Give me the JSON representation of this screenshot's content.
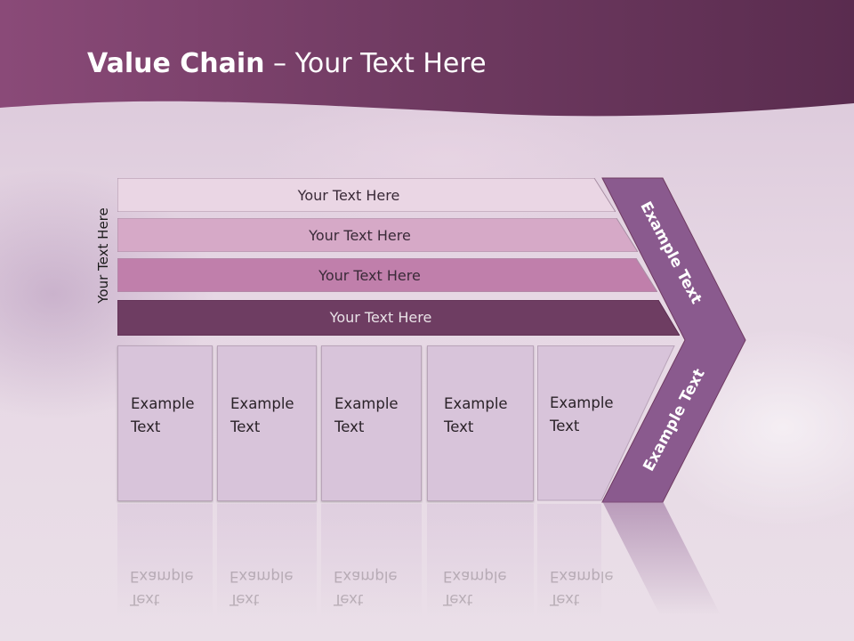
{
  "title": {
    "bold": "Value Chain",
    "rest": " – Your Text Here"
  },
  "side_label": "Your Text Here",
  "bars": [
    "Your Text Here",
    "Your Text Here",
    "Your Text Here",
    "Your Text Here"
  ],
  "boxes": [
    {
      "line1": "Example",
      "line2": "Text"
    },
    {
      "line1": "Example",
      "line2": "Text"
    },
    {
      "line1": "Example",
      "line2": "Text"
    },
    {
      "line1": "Example",
      "line2": "Text"
    },
    {
      "line1": "Example",
      "line2": "Text"
    }
  ],
  "arrow": {
    "upper": "Example Text",
    "lower": "Example Text"
  },
  "colors": {
    "header": "#6f3a61",
    "bar1": "#ead6e4",
    "bar2": "#d6a9c7",
    "bar3": "#c07fab",
    "bar4": "#6e3d62",
    "chevron": "#8a5a8e",
    "box": "#d8c4da"
  }
}
